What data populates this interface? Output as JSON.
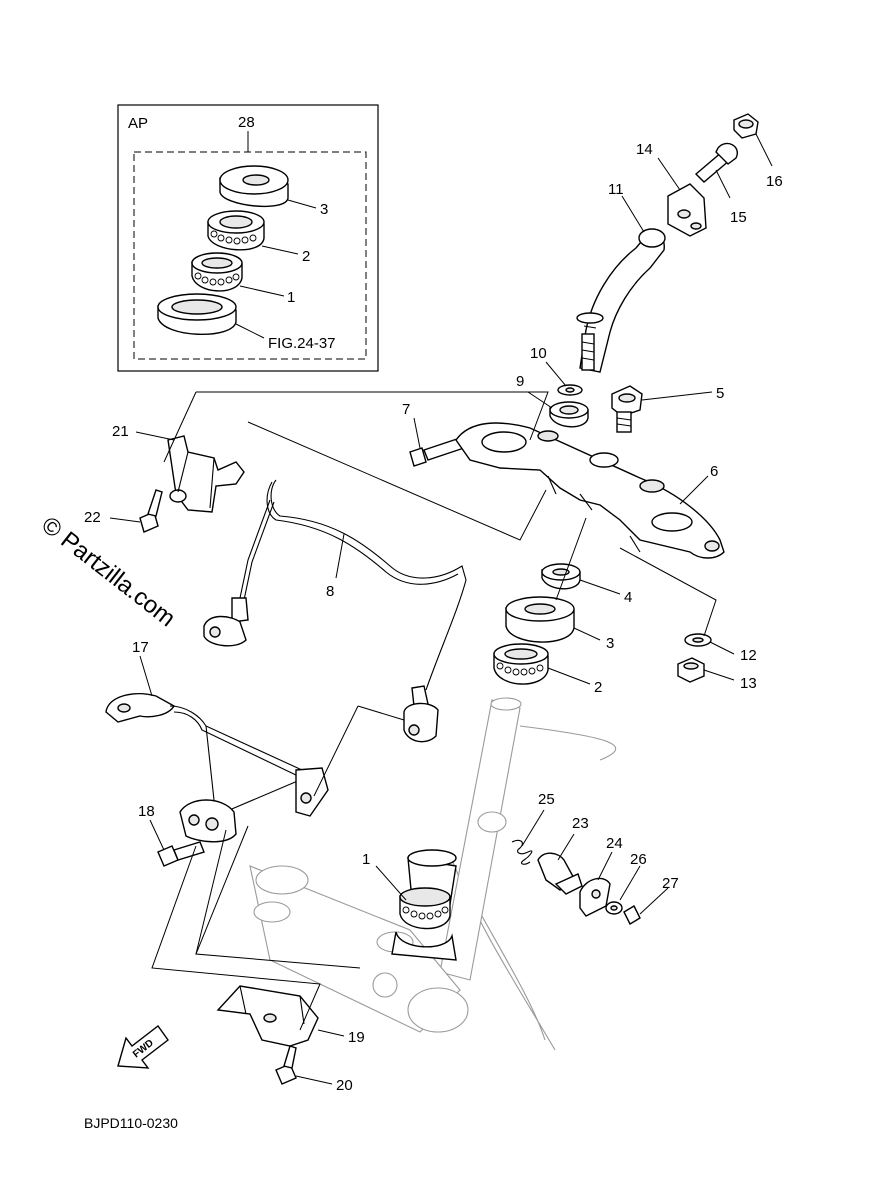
{
  "kit_box": {
    "title": "AP",
    "kit_number": "28",
    "reference": "FIG.24-37"
  },
  "callouts": {
    "c1": "1",
    "c2": "2",
    "c3": "3",
    "c4": "4",
    "c5": "5",
    "c6": "6",
    "c7": "7",
    "c8": "8",
    "c9": "9",
    "c10": "10",
    "c11": "11",
    "c12": "12",
    "c13": "13",
    "c14": "14",
    "c15": "15",
    "c16": "16",
    "c17": "17",
    "c18": "18",
    "c19": "19",
    "c20": "20",
    "c21": "21",
    "c22": "22",
    "c23": "23",
    "c24": "24",
    "c25": "25",
    "c26": "26",
    "c27": "27"
  },
  "kit_callouts": {
    "k1": "1",
    "k2": "2",
    "k3": "3"
  },
  "fwd_label": "FWD",
  "watermark": "© Partzilla.com",
  "diagram_code": "BJPD110-0230"
}
